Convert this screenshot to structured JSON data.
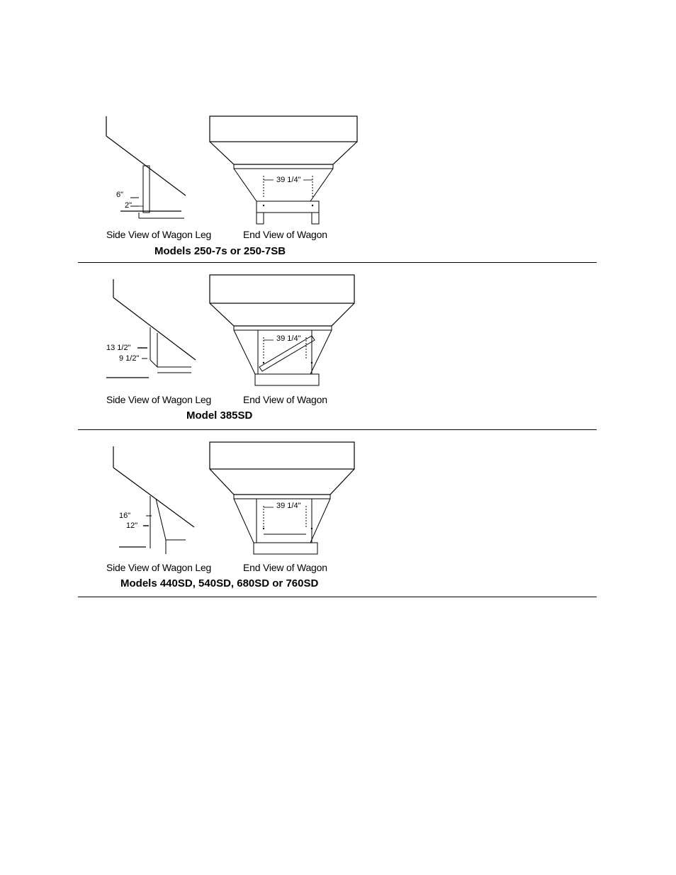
{
  "panels": [
    {
      "side_caption": "Side View of Wagon Leg",
      "end_caption": "End View of Wagon",
      "title": "Models 250-7s or 250-7SB",
      "dim_upper": "6\"",
      "dim_lower": "2\"",
      "width_dim": "39 1/4\""
    },
    {
      "side_caption": "Side View of Wagon Leg",
      "end_caption": "End View of Wagon",
      "title": "Model 385SD",
      "dim_upper": "13 1/2\"",
      "dim_lower": "9 1/2\"",
      "width_dim": "39 1/4\""
    },
    {
      "side_caption": "Side View of Wagon Leg",
      "end_caption": "End View of Wagon",
      "title": "Models 440SD, 540SD, 680SD or 760SD",
      "dim_upper": "16\"",
      "dim_lower": "12\"",
      "width_dim": "39 1/4\""
    }
  ]
}
